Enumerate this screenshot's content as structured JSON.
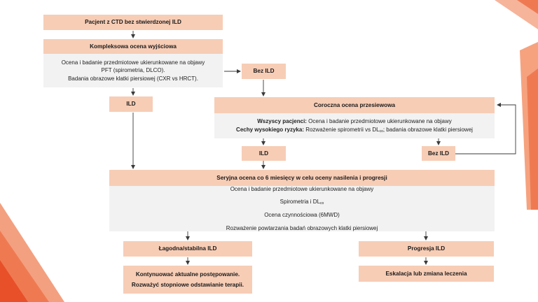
{
  "colors": {
    "box_fill": "#f7cdb6",
    "panel_fill": "#f2f2f2",
    "connector": "#3a3a3a",
    "decor_light": "#f4a07f",
    "decor_mid": "#ef7a52",
    "decor_dark": "#e8502a"
  },
  "nodes": {
    "start": "Pacjent z CTD bez stwierdzonej ILD",
    "baseline_title": "Kompleksowa ocena wyjściowa",
    "baseline_body": {
      "line1": "Ocena i badanie przedmiotowe ukierunkowane na objawy",
      "line2": "PFT (spirometria, DLCO).",
      "line3": "Badania obrazowe klatki piersiowej (CXR vs HRCT)."
    },
    "no_ild_top": "Bez ILD",
    "ild_left": "ILD",
    "annual_title": "Coroczna ocena przesiewowa",
    "annual_body": {
      "line1_label": "Wszyscy pacjenci:",
      "line1_text": " Ocena i badanie przedmiotowe ukierunkowane na objawy",
      "line2_label": "Cechy wysokiego ryzyka:",
      "line2_text_a": " Rozważenie spirometrii vs DL",
      "line2_sub": "co",
      "line2_text_b": "; badania obrazowe klatki piersiowej"
    },
    "ild_mid": "ILD",
    "no_ild_right": "Bez ILD",
    "serial_title": "Seryjna ocena co 6 miesięcy w celu oceny nasilenia i progresji",
    "serial_body": {
      "line1": "Ocena i badanie przedmiotowe ukierunkowane na objawy",
      "line2_a": "Spirometria i DL",
      "line2_sub": "co",
      "line3": "Ocena czynnościowa (6MWD)",
      "line4": "Rozważenie powtarzania badań obrazowych klatki piersiowej"
    },
    "mild": "Łagodna/stabilna ILD",
    "progression": "Progresja ILD",
    "continue_line1": "Kontynuować aktualne postępowanie.",
    "continue_line2": "Rozważyć stopniowe odstawianie terapii.",
    "escalate": "Eskalacja lub zmiana leczenia"
  }
}
